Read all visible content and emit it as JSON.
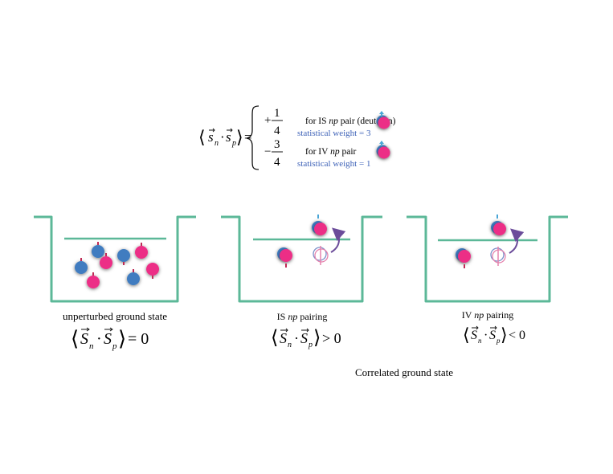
{
  "formula": {
    "lhs_open": "⟨",
    "lhs_s": "s",
    "lhs_n": "n",
    "lhs_dot": "·",
    "lhs_p": "p",
    "lhs_close": "⟩",
    "equals": "=",
    "cases": [
      {
        "sign": "+",
        "numerator": "1",
        "denominator": "4",
        "label_prefix": "for IS ",
        "label_np": "np",
        "label_suffix": " pair (deuteron)",
        "weight": "statistical weight = 3"
      },
      {
        "sign": "−",
        "numerator": "3",
        "denominator": "4",
        "label_prefix": "for IV ",
        "label_np": "np",
        "label_suffix": " pair",
        "weight": "statistical weight = 1"
      }
    ]
  },
  "panels": [
    {
      "caption": "unperturbed ground state",
      "relation": "= 0"
    },
    {
      "caption_prefix": "IS ",
      "caption_np": "np",
      "caption_suffix": " pairing",
      "relation": "> 0"
    },
    {
      "caption_prefix": "IV ",
      "caption_np": "np",
      "caption_suffix": " pairing",
      "relation": "< 0"
    }
  ],
  "footer": "Correlated ground state",
  "colors": {
    "well": "#5cb898",
    "neutron": "#3f7cc0",
    "proton": "#ec2f86",
    "arrow": "#6b4c9a",
    "weight_text": "#3f63b8",
    "spin_down": "#bf2a55",
    "spin_up": "#4aa6d6"
  }
}
